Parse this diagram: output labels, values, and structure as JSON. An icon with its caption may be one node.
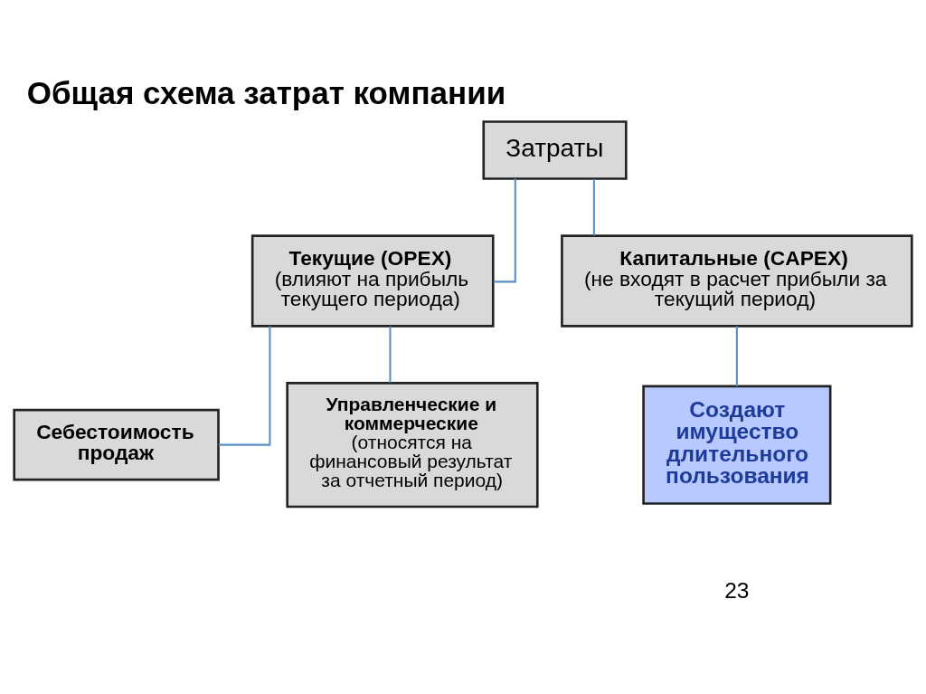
{
  "diagram": {
    "title": "Общая схема затрат компании",
    "nodes": [
      {
        "text": [
          "Затраты"
        ]
      },
      {
        "text": [
          "Текущие (OPEX)",
          "(влияют на прибыль текущего периода)"
        ]
      },
      {
        "text": [
          "Капитальные (CAPEX)",
          "(не входят в расчет прибыли за текущий период)"
        ]
      },
      {
        "text": [
          "Себестоимость продаж"
        ]
      },
      {
        "text": [
          "Управленческие и коммерческие",
          "(относятся на финансовый результат за отчетный период)"
        ]
      },
      {
        "text": [
          "Создают имущество длительного пользования"
        ]
      }
    ],
    "edges": [
      {
        "from": 0,
        "to": 1,
        "arrow": "none"
      },
      {
        "from": 0,
        "to": 2,
        "arrow": "none"
      },
      {
        "from": 1,
        "to": 3,
        "arrow": "none"
      },
      {
        "from": 1,
        "to": 4,
        "arrow": "none"
      },
      {
        "from": 2,
        "to": 5,
        "arrow": "none"
      }
    ],
    "labels": [
      "23"
    ]
  }
}
